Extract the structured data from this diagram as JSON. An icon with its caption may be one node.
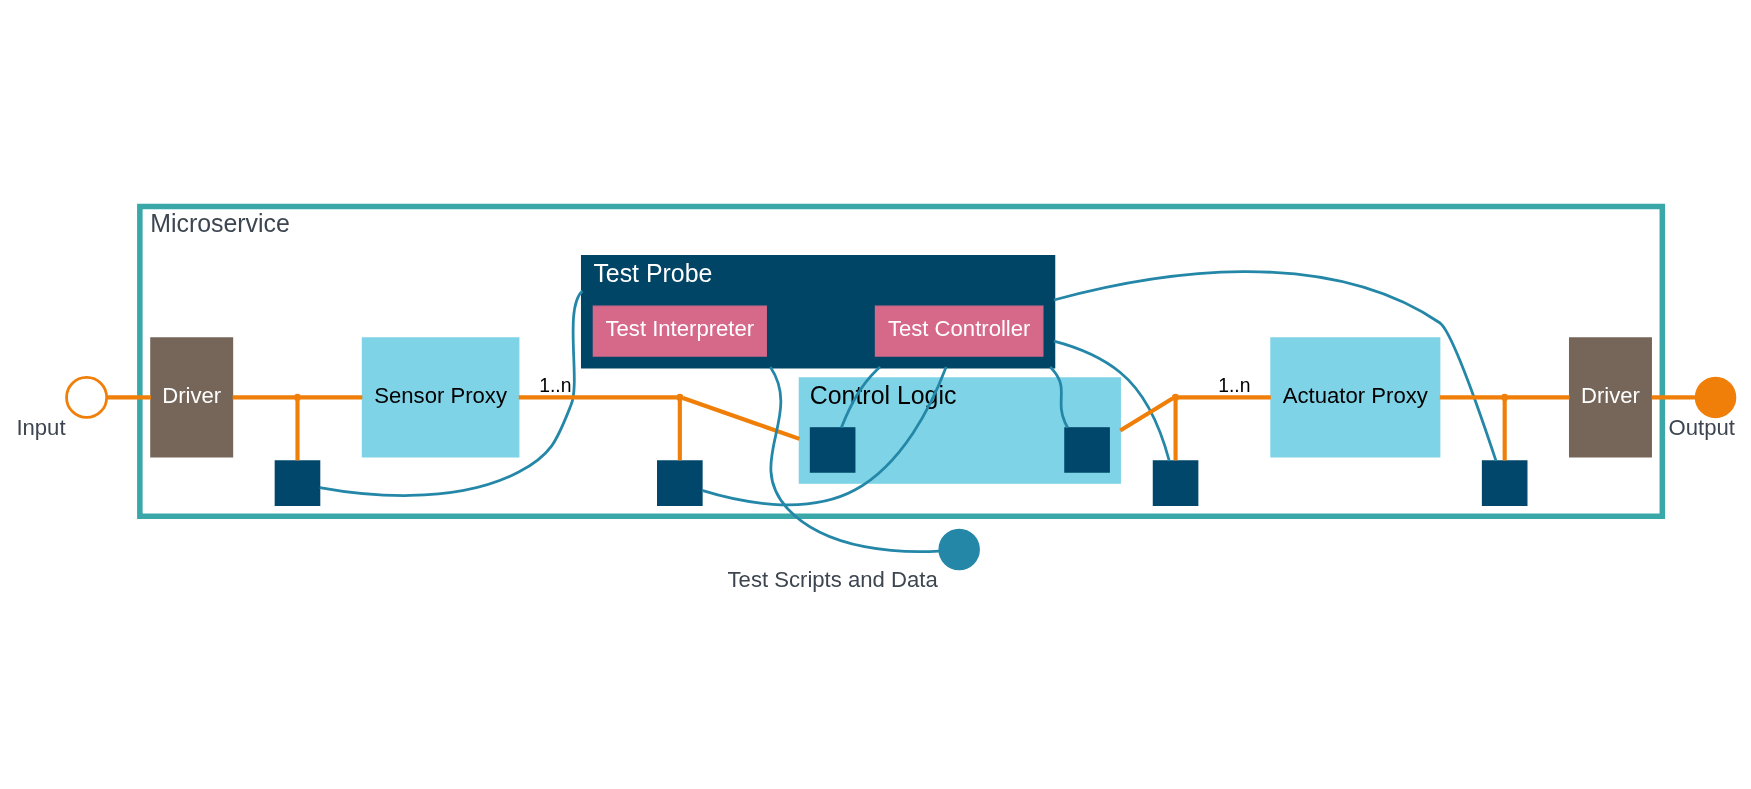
{
  "diagram": {
    "nodes": [
      {
        "text": [
          "Microservice"
        ]
      },
      {
        "text": [
          "Test Probe"
        ],
        "in": 0
      },
      {
        "text": [
          "Test Interpreter"
        ],
        "in": 1
      },
      {
        "text": [
          "Test Controller"
        ],
        "in": 1
      },
      {
        "text": [
          "Test Scripts and Data"
        ]
      },
      {
        "text": [
          "Input"
        ]
      },
      {
        "text": [
          "Driver"
        ],
        "in": 0
      },
      {
        "text": [],
        "shape": "box",
        "in": 0
      },
      {
        "text": [
          "Sensor Proxy"
        ],
        "in": 0
      },
      {
        "text": [],
        "shape": "box",
        "in": 0
      },
      {
        "text": [
          "Control Logic"
        ],
        "in": 0
      },
      {
        "text": [],
        "shape": "box",
        "in": 10
      },
      {
        "text": [],
        "shape": "box",
        "in": 10
      },
      {
        "text": [],
        "shape": "box",
        "in": 0
      },
      {
        "text": [
          "Actuator Proxy"
        ],
        "in": 0
      },
      {
        "text": [],
        "shape": "box",
        "in": 0
      },
      {
        "text": [
          "Driver"
        ],
        "in": 0
      },
      {
        "text": [
          "Output"
        ]
      },
      {
        "text": [],
        "shape": "point",
        "in": 0
      },
      {
        "text": [],
        "shape": "point",
        "in": 0
      },
      {
        "text": [],
        "shape": "point",
        "in": 0
      },
      {
        "text": [],
        "shape": "point",
        "in": 0
      }
    ],
    "edges": [
      {
        "from": 4,
        "to": 1,
        "arrow": "none",
        "color": "#2487a8"
      },
      {
        "from": 5,
        "to": 6,
        "arrow": "none"
      },
      {
        "from": 6,
        "to": 18,
        "arrow": "none"
      },
      {
        "from": 18,
        "to": 8,
        "arrow": "none"
      },
      {
        "from": 8,
        "to": 19,
        "arrow": "none",
        "label": "1..n"
      },
      {
        "from": 19,
        "to": 10,
        "arrow": "none"
      },
      {
        "from": 10,
        "to": 20,
        "arrow": "none"
      },
      {
        "from": 20,
        "to": 14,
        "arrow": "none",
        "label": "1..n"
      },
      {
        "from": 14,
        "to": 21,
        "arrow": "none"
      },
      {
        "from": 21,
        "to": 16,
        "arrow": "none"
      },
      {
        "from": 16,
        "to": 17,
        "arrow": "none"
      },
      {
        "from": 7,
        "to": 18,
        "arrow": "none"
      },
      {
        "from": 9,
        "to": 19,
        "arrow": "none"
      },
      {
        "from": 13,
        "to": 20,
        "arrow": "none"
      },
      {
        "from": 15,
        "to": 21,
        "arrow": "none"
      },
      {
        "from": 1,
        "to": 7,
        "arrow": "none",
        "color": "#2487a8"
      },
      {
        "from": 1,
        "to": 9,
        "arrow": "none",
        "color": "#2487a8"
      },
      {
        "from": 1,
        "to": 11,
        "arrow": "none",
        "color": "#2487a8"
      },
      {
        "from": 1,
        "to": 12,
        "arrow": "none",
        "color": "#2487a8"
      },
      {
        "from": 1,
        "to": 13,
        "arrow": "none",
        "color": "#2487a8"
      },
      {
        "from": 1,
        "to": 15,
        "arrow": "none",
        "color": "#2487a8"
      }
    ]
  }
}
